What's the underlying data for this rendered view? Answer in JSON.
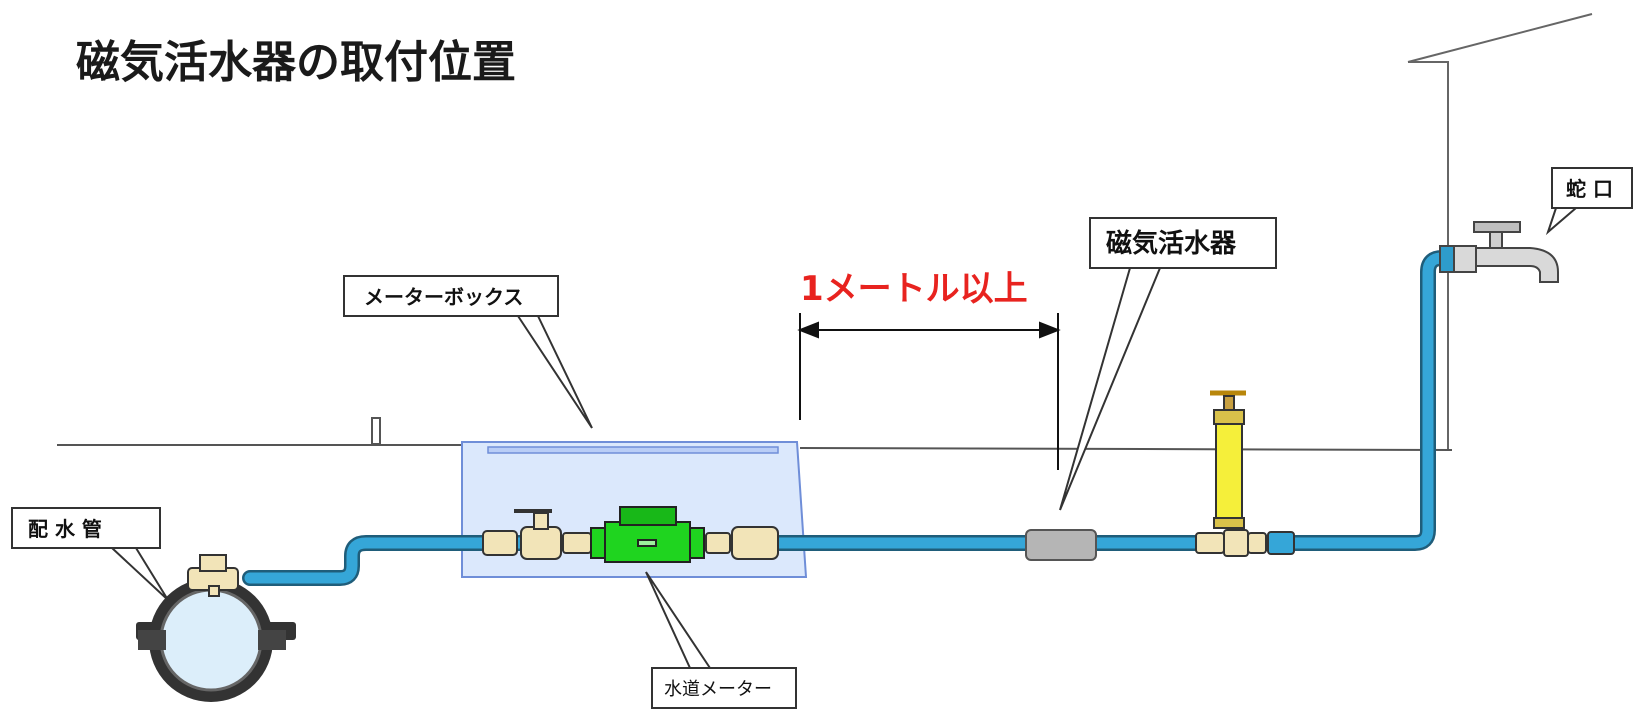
{
  "title": "磁気活水器の取付位置",
  "labels": {
    "meter_box": "メーターボックス",
    "distance": "1メートル以上",
    "activator": "磁気活水器",
    "faucet": "蛇 口",
    "main_pipe": "配 水 管",
    "water_meter": "水道メーター"
  },
  "colors": {
    "pipe": "#2e9ccc",
    "meter": "#1fd41f",
    "meter_box": "#cfe0fb",
    "distance_text": "#e8231f",
    "valve": "#f2e4b8",
    "activator": "#b5b5b5",
    "stand_valve": "#f3ee4a"
  }
}
